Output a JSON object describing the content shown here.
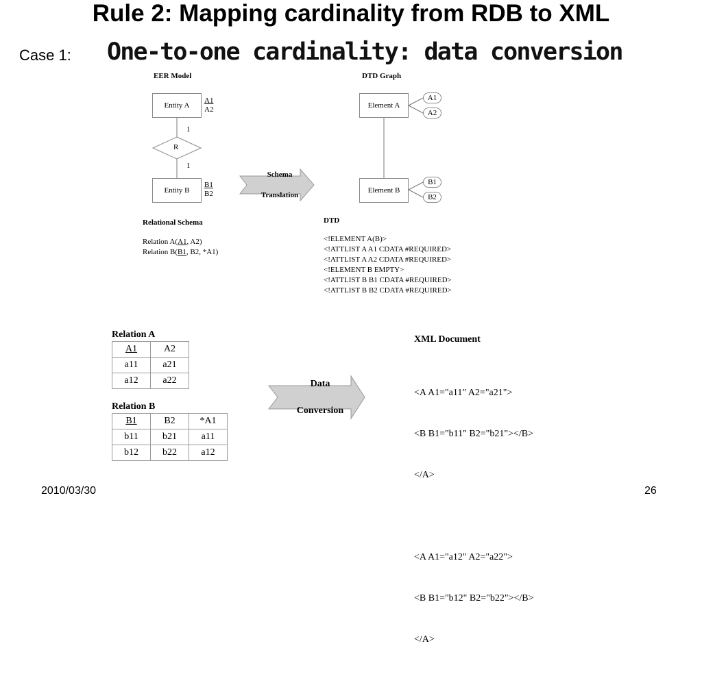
{
  "title": "Rule 2: Mapping cardinality from RDB to XML",
  "case_label": "Case 1:",
  "subtitle": "One-to-one cardinality: data conversion",
  "eer": {
    "heading": "EER Model",
    "entity_a": "Entity A",
    "entity_b": "Entity B",
    "attrs_a": [
      "A1",
      "A2"
    ],
    "attrs_b": [
      "B1",
      "B2"
    ],
    "relationship": "R",
    "card_top": "1",
    "card_bottom": "1"
  },
  "dtd_graph": {
    "heading": "DTD Graph",
    "element_a": "Element A",
    "element_b": "Element B",
    "attrs_a": [
      "A1",
      "A2"
    ],
    "attrs_b": [
      "B1",
      "B2"
    ]
  },
  "schema_arrow": {
    "line1": "Schema",
    "line2": "Translation"
  },
  "relational_schema": {
    "heading": "Relational Schema",
    "rel_a_prefix": "Relation A(",
    "rel_a_key": "A1",
    "rel_a_rest": ", A2)",
    "rel_b_prefix": "Relation B(",
    "rel_b_key": "B1",
    "rel_b_rest": ", B2, *A1)"
  },
  "dtd": {
    "heading": "DTD",
    "lines": [
      "<!ELEMENT  A(B)>",
      "<!ATTLIST A A1 CDATA #REQUIRED>",
      "<!ATTLIST A A2 CDATA #REQUIRED>",
      "<!ELEMENT  B EMPTY>",
      "<!ATTLIST B B1 CDATA #REQUIRED>",
      "<!ATTLIST B B2 CDATA #REQUIRED>"
    ]
  },
  "relation_a": {
    "label": "Relation A",
    "headers": [
      "A1",
      "A2"
    ],
    "rows": [
      [
        "a11",
        "a21"
      ],
      [
        "a12",
        "a22"
      ]
    ]
  },
  "relation_b": {
    "label": "Relation B",
    "headers": [
      "B1",
      "B2",
      "*A1"
    ],
    "rows": [
      [
        "b11",
        "b21",
        "a11"
      ],
      [
        "b12",
        "b22",
        "a12"
      ]
    ]
  },
  "data_arrow": {
    "line1": "Data",
    "line2": "Conversion"
  },
  "xml_doc": {
    "heading": "XML Document",
    "lines": [
      "<A A1=\"a11\" A2=\"a21\">",
      "     <B B1=\"b11\" B2=\"b21\"></B>",
      "</A>",
      "",
      "<A A1=\"a12\" A2=\"a22\">",
      "     <B B1=\"b12\" B2=\"b22\"></B>",
      "</A>"
    ]
  },
  "footer": {
    "date": "2010/03/30",
    "page": "26"
  }
}
